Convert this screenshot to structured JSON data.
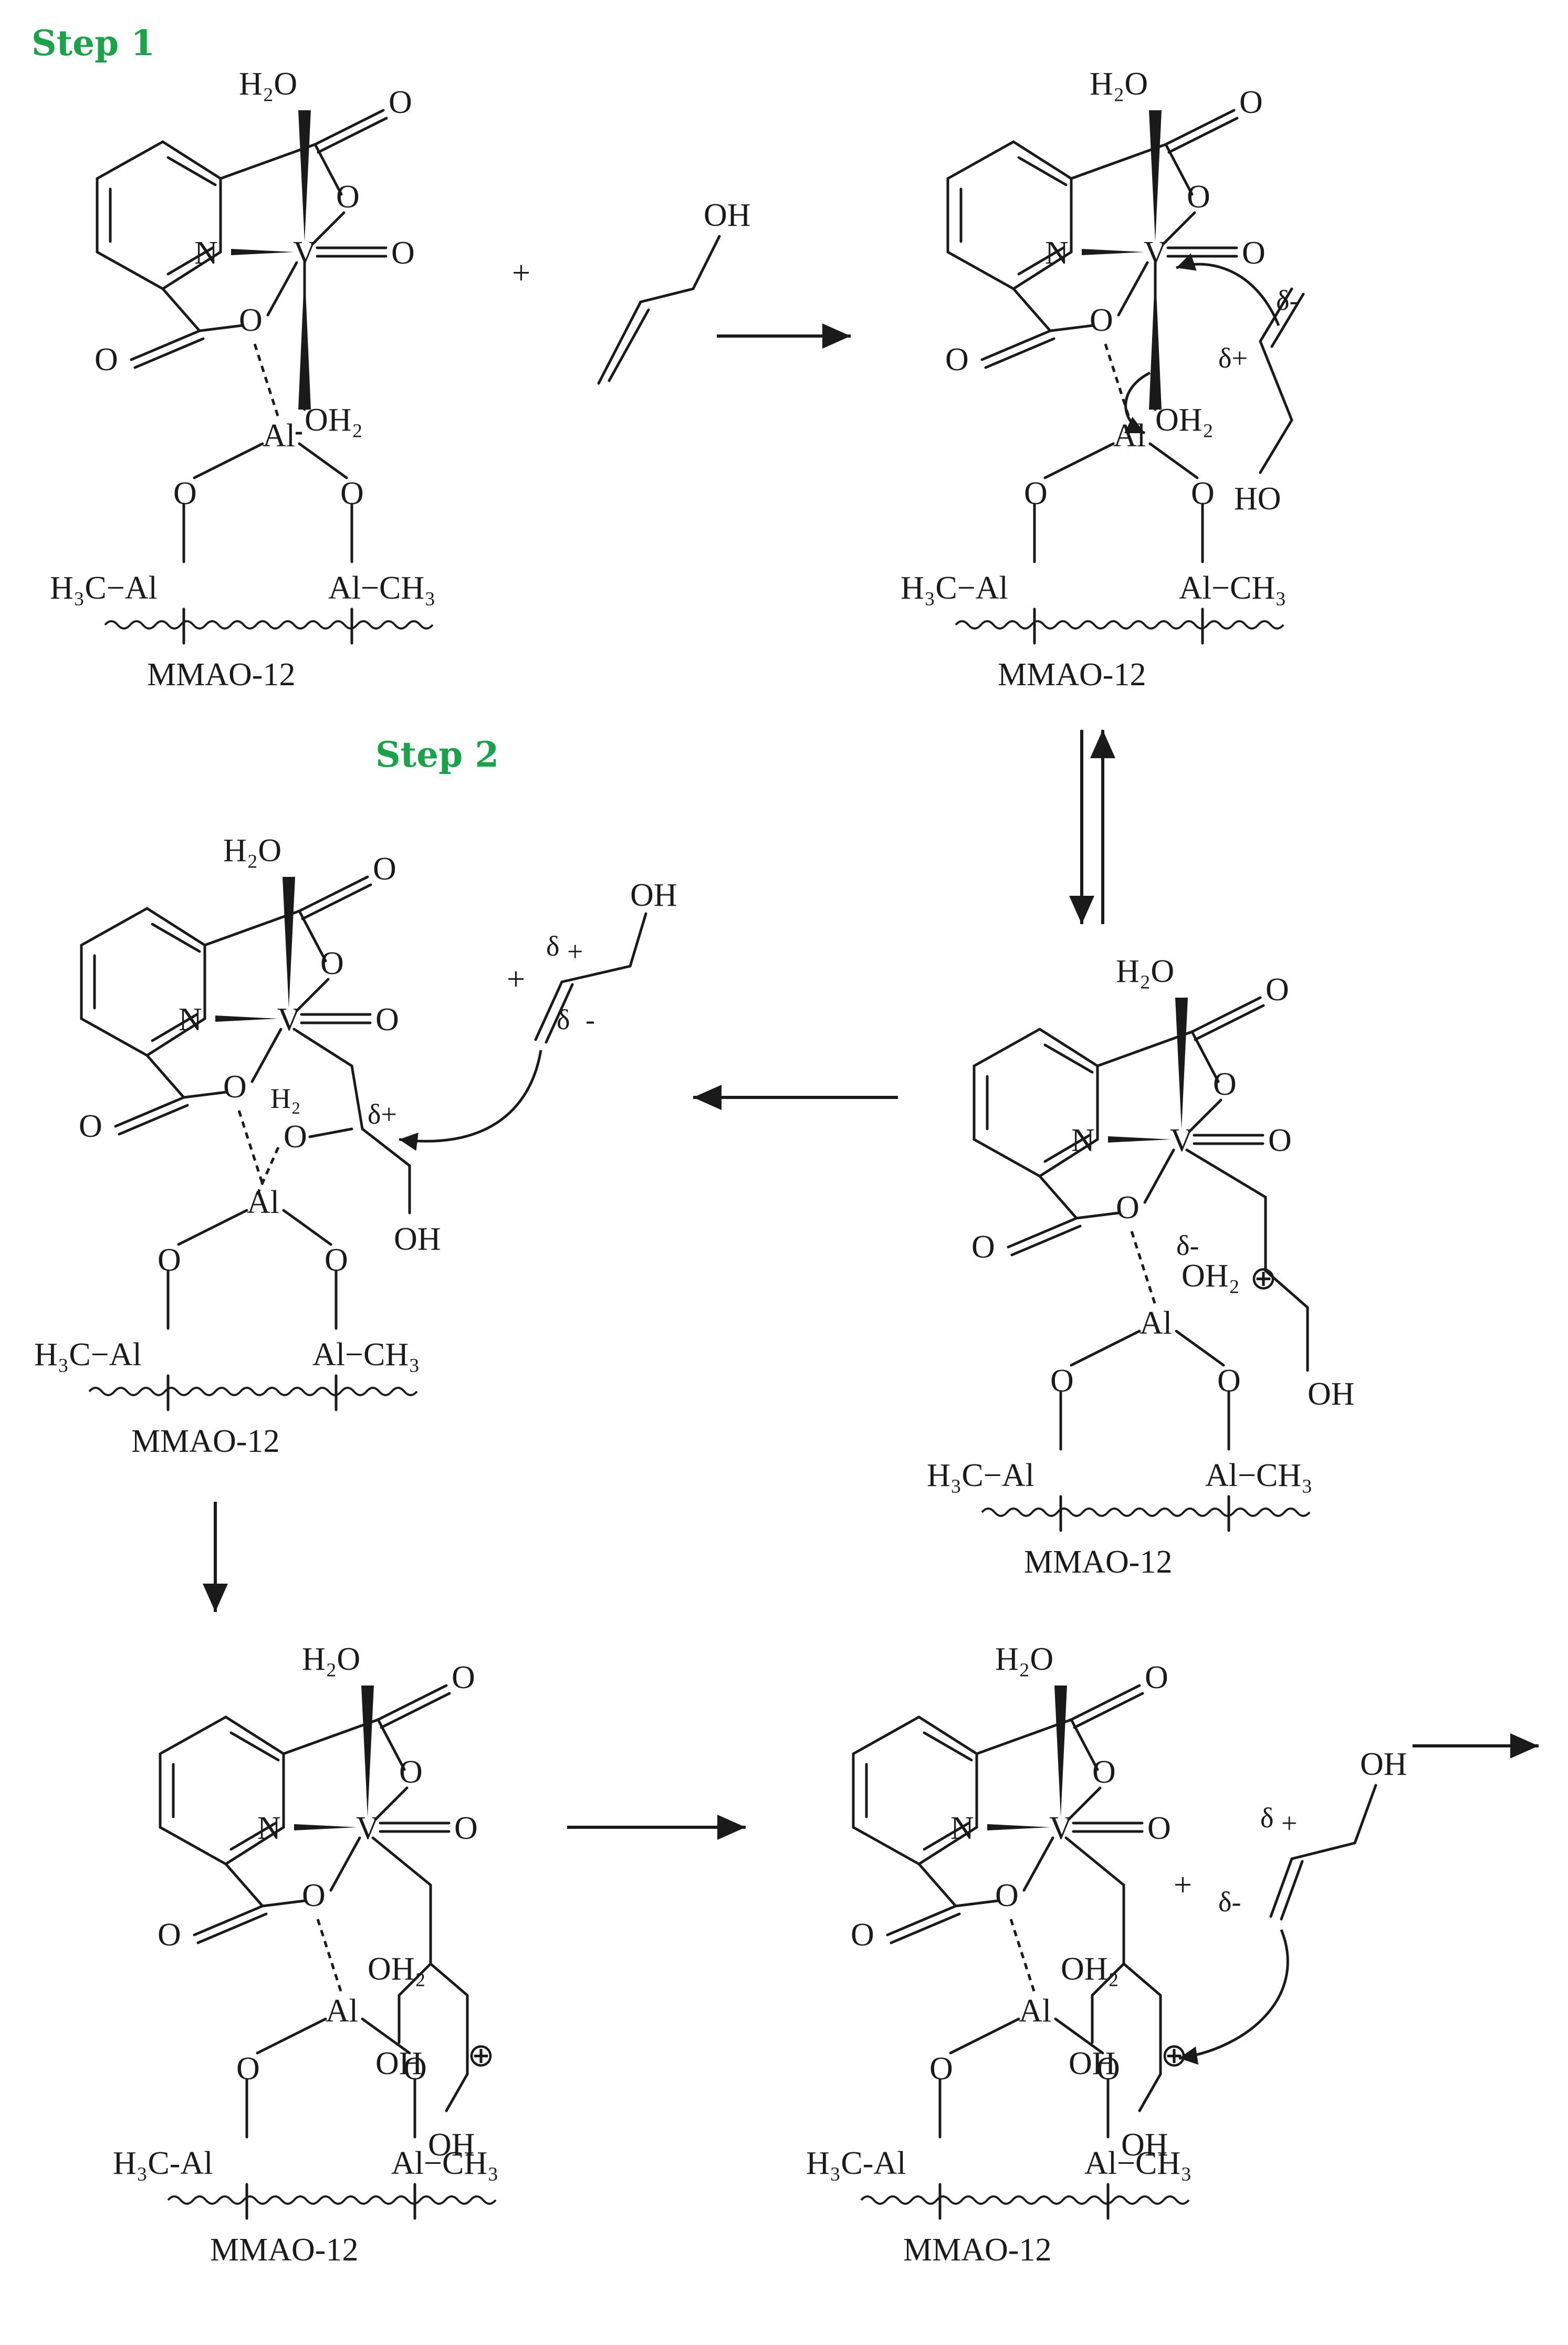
{
  "steps": [
    "Step 1",
    "Step 2"
  ],
  "labels": {
    "water": "H₂O",
    "water_coord": "OH₂",
    "oxygen": "O",
    "nitrogen": "N",
    "vanadium": "V",
    "aluminum": "Al",
    "methyl_left": "H₃C−Al",
    "methyl_left_alt": "H₃C-Al",
    "methyl_right": "Al−CH₃",
    "support": "MMAO-12",
    "hydroxyl": "OH",
    "hydroxyl_rev": "HO",
    "h2": "H₂",
    "plus": "+",
    "delta_minus": "δ-",
    "delta_plus": "δ+",
    "delta": "δ",
    "minus": "-",
    "cation": "⊕"
  },
  "colors": {
    "step_label": "#1aa34a",
    "ink": "#1a1a1a"
  }
}
